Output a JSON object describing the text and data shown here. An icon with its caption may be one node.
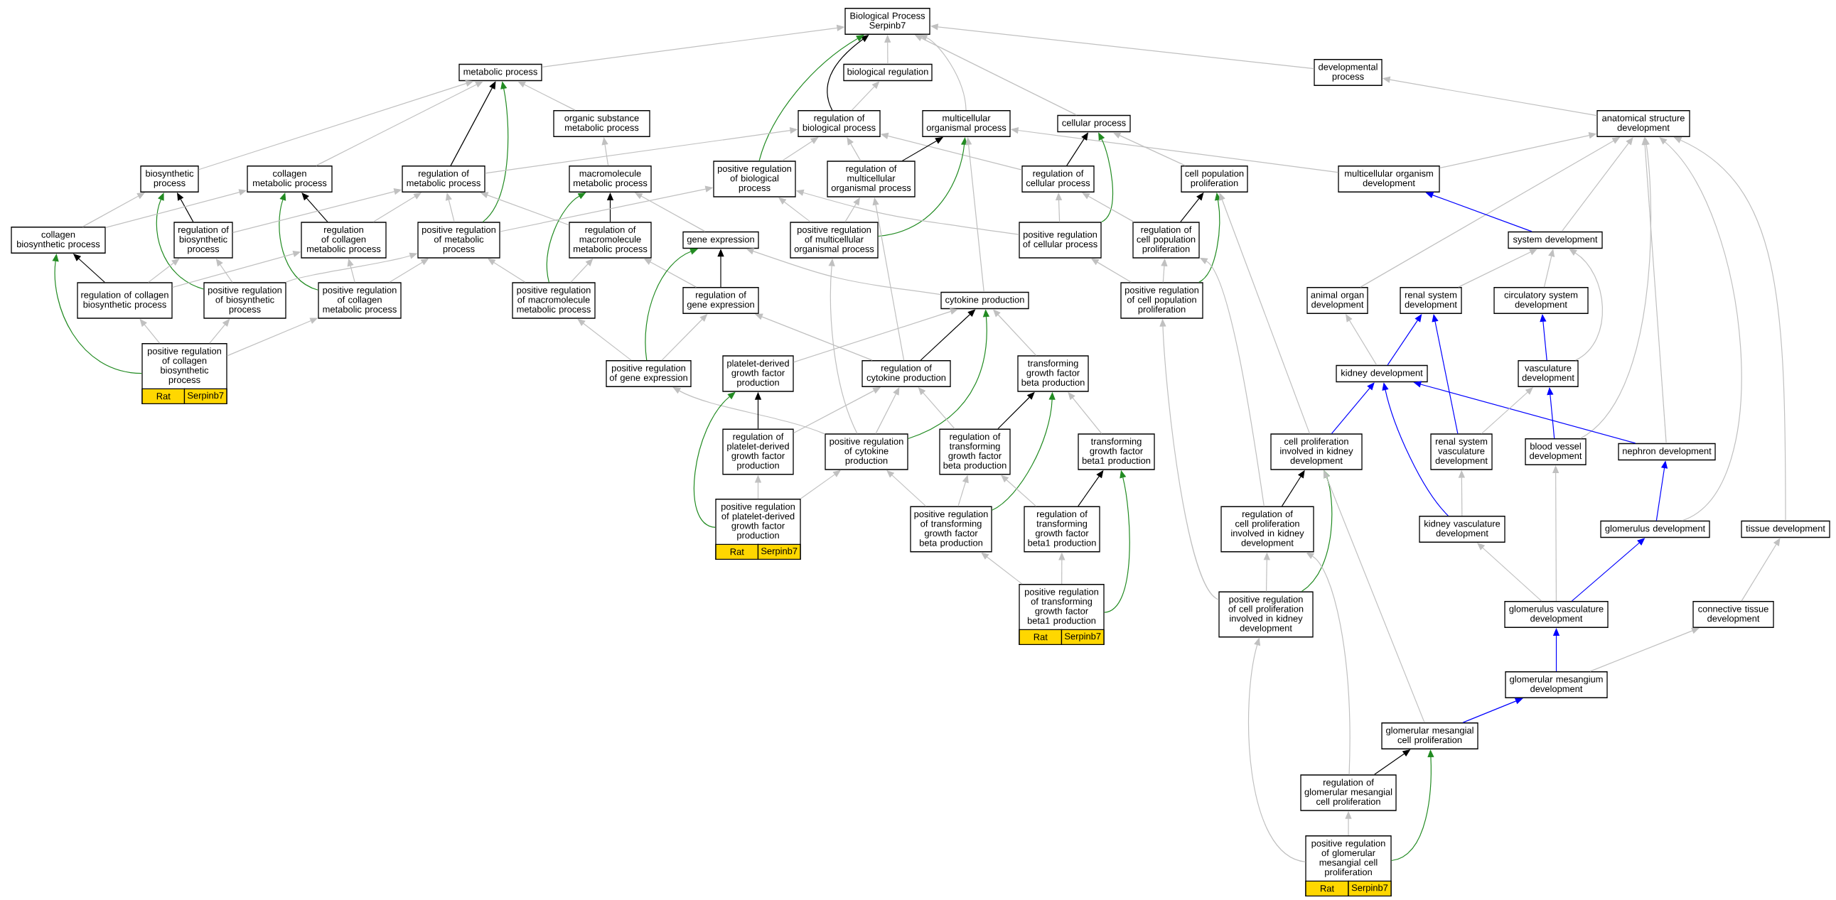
{
  "diagram": {
    "nodes": [
      {
        "text": [
          "Biological Process Serpinb7"
        ]
      },
      {
        "text": [
          "metabolic process"
        ]
      },
      {
        "text": [
          "biological regulation"
        ]
      },
      {
        "text": [
          "developmental process"
        ]
      },
      {
        "text": [
          "organic substance metabolic process"
        ]
      },
      {
        "text": [
          "regulation of biological process"
        ]
      },
      {
        "text": [
          "multicellular organismal process"
        ]
      },
      {
        "text": [
          "cellular process"
        ]
      },
      {
        "text": [
          "anatomical structure development"
        ]
      },
      {
        "text": [
          "biosynthetic process"
        ]
      },
      {
        "text": [
          "collagen metabolic process"
        ]
      },
      {
        "text": [
          "regulation of metabolic process"
        ]
      },
      {
        "text": [
          "macromolecule metabolic process"
        ]
      },
      {
        "text": [
          "positive regulation of biological process"
        ]
      },
      {
        "text": [
          "regulation of multicellular organismal process"
        ]
      },
      {
        "text": [
          "regulation of cellular process"
        ]
      },
      {
        "text": [
          "cell population proliferation"
        ]
      },
      {
        "text": [
          "multicellular organism development"
        ]
      },
      {
        "text": [
          "collagen biosynthetic process"
        ]
      },
      {
        "text": [
          "regulation of biosynthetic process"
        ]
      },
      {
        "text": [
          "regulation of collagen metabolic process"
        ]
      },
      {
        "text": [
          "positive regulation of metabolic process"
        ]
      },
      {
        "text": [
          "regulation of macromolecule metabolic process"
        ]
      },
      {
        "text": [
          "gene expression"
        ]
      },
      {
        "text": [
          "positive regulation of multicellular organismal process"
        ]
      },
      {
        "text": [
          "positive regulation of cellular process"
        ]
      },
      {
        "text": [
          "regulation of cell population proliferation"
        ]
      },
      {
        "text": [
          "system development"
        ]
      },
      {
        "text": [
          "regulation of collagen biosynthetic process"
        ]
      },
      {
        "text": [
          "positive regulation of biosynthetic process"
        ]
      },
      {
        "text": [
          "positive regulation of collagen metabolic process"
        ]
      },
      {
        "text": [
          "positive regulation of macromolecule metabolic process"
        ]
      },
      {
        "text": [
          "regulation of gene expression"
        ]
      },
      {
        "text": [
          "cytokine production"
        ]
      },
      {
        "text": [
          "positive regulation of cell population proliferation"
        ]
      },
      {
        "text": [
          "animal organ development"
        ]
      },
      {
        "text": [
          "renal system development"
        ]
      },
      {
        "text": [
          "circulatory system development"
        ]
      },
      {
        "text": [
          "positive regulation of collagen biosynthetic process",
          "Rat",
          "Serpinb7"
        ]
      },
      {
        "text": [
          "positive regulation of gene expression"
        ]
      },
      {
        "text": [
          "platelet-derived growth factor production"
        ]
      },
      {
        "text": [
          "regulation of cytokine production"
        ]
      },
      {
        "text": [
          "transforming growth factor beta production"
        ]
      },
      {
        "text": [
          "kidney development"
        ]
      },
      {
        "text": [
          "vasculature development"
        ]
      },
      {
        "text": [
          "regulation of platelet-derived growth factor production"
        ]
      },
      {
        "text": [
          "positive regulation of cytokine production"
        ]
      },
      {
        "text": [
          "regulation of transforming growth factor beta production"
        ]
      },
      {
        "text": [
          "transforming growth factor beta1 production"
        ]
      },
      {
        "text": [
          "cell proliferation involved in kidney development"
        ]
      },
      {
        "text": [
          "renal system vasculature development"
        ]
      },
      {
        "text": [
          "blood vessel development"
        ]
      },
      {
        "text": [
          "nephron development"
        ]
      },
      {
        "text": [
          "positive regulation of platelet-derived growth factor production",
          "Rat",
          "Serpinb7"
        ]
      },
      {
        "text": [
          "positive regulation of transforming growth factor beta production"
        ]
      },
      {
        "text": [
          "regulation of transforming growth factor beta1 production"
        ]
      },
      {
        "text": [
          "regulation of cell proliferation involved in kidney development"
        ]
      },
      {
        "text": [
          "kidney vasculature development"
        ]
      },
      {
        "text": [
          "glomerulus development"
        ]
      },
      {
        "text": [
          "tissue development"
        ]
      },
      {
        "text": [
          "positive regulation of transforming growth factor beta1 production",
          "Rat",
          "Serpinb7"
        ]
      },
      {
        "text": [
          "positive regulation of cell proliferation involved in kidney development"
        ]
      },
      {
        "text": [
          "glomerulus vasculature development"
        ]
      },
      {
        "text": [
          "connective tissue development"
        ]
      },
      {
        "text": [
          "glomerular mesangium development"
        ]
      },
      {
        "text": [
          "glomerular mesangial cell proliferation"
        ]
      },
      {
        "text": [
          "regulation of glomerular mesangial cell proliferation"
        ]
      },
      {
        "text": [
          "positive regulation of glomerular mesangial cell proliferation",
          "Rat",
          "Serpinb7"
        ]
      }
    ],
    "edges": [
      {
        "from": 1,
        "to": 0,
        "arrow": "to"
      },
      {
        "from": 2,
        "to": 0,
        "arrow": "to"
      },
      {
        "from": 3,
        "to": 0,
        "arrow": "to"
      },
      {
        "from": 5,
        "to": 0,
        "arrow": "to",
        "color": "#000000"
      },
      {
        "from": 13,
        "to": 0,
        "arrow": "to",
        "color": "#228b22"
      },
      {
        "from": 6,
        "to": 0,
        "arrow": "to"
      },
      {
        "from": 7,
        "to": 0,
        "arrow": "to"
      },
      {
        "from": 4,
        "to": 1,
        "arrow": "to"
      },
      {
        "from": 9,
        "to": 1,
        "arrow": "to"
      },
      {
        "from": 10,
        "to": 1,
        "arrow": "to"
      },
      {
        "from": 11,
        "to": 1,
        "arrow": "to",
        "color": "#000000"
      },
      {
        "from": 21,
        "to": 1,
        "arrow": "to",
        "color": "#228b22"
      },
      {
        "from": 5,
        "to": 2,
        "arrow": "to"
      },
      {
        "from": 8,
        "to": 3,
        "arrow": "to"
      },
      {
        "from": 12,
        "to": 4,
        "arrow": "to"
      },
      {
        "from": 11,
        "to": 5,
        "arrow": "to"
      },
      {
        "from": 13,
        "to": 5,
        "arrow": "to"
      },
      {
        "from": 14,
        "to": 5,
        "arrow": "to"
      },
      {
        "from": 15,
        "to": 5,
        "arrow": "to"
      },
      {
        "from": 14,
        "to": 6,
        "arrow": "to",
        "color": "#000000"
      },
      {
        "from": 24,
        "to": 6,
        "arrow": "to",
        "color": "#228b22"
      },
      {
        "from": 17,
        "to": 6,
        "arrow": "to"
      },
      {
        "from": 33,
        "to": 6,
        "arrow": "to"
      },
      {
        "from": 15,
        "to": 7,
        "arrow": "to",
        "color": "#000000"
      },
      {
        "from": 25,
        "to": 7,
        "arrow": "to",
        "color": "#228b22"
      },
      {
        "from": 16,
        "to": 7,
        "arrow": "to"
      },
      {
        "from": 17,
        "to": 8,
        "arrow": "to"
      },
      {
        "from": 27,
        "to": 8,
        "arrow": "to"
      },
      {
        "from": 35,
        "to": 8,
        "arrow": "to"
      },
      {
        "from": 51,
        "to": 8,
        "arrow": "to"
      },
      {
        "from": 52,
        "to": 8,
        "arrow": "to"
      },
      {
        "from": 58,
        "to": 8,
        "arrow": "to"
      },
      {
        "from": 59,
        "to": 8,
        "arrow": "to"
      },
      {
        "from": 18,
        "to": 9,
        "arrow": "to"
      },
      {
        "from": 19,
        "to": 9,
        "arrow": "to",
        "color": "#000000"
      },
      {
        "from": 29,
        "to": 9,
        "arrow": "to",
        "color": "#228b22"
      },
      {
        "from": 18,
        "to": 10,
        "arrow": "to"
      },
      {
        "from": 20,
        "to": 10,
        "arrow": "to",
        "color": "#000000"
      },
      {
        "from": 30,
        "to": 10,
        "arrow": "to",
        "color": "#228b22"
      },
      {
        "from": 19,
        "to": 11,
        "arrow": "to"
      },
      {
        "from": 20,
        "to": 11,
        "arrow": "to"
      },
      {
        "from": 21,
        "to": 11,
        "arrow": "to"
      },
      {
        "from": 22,
        "to": 11,
        "arrow": "to"
      },
      {
        "from": 22,
        "to": 12,
        "arrow": "to",
        "color": "#000000"
      },
      {
        "from": 23,
        "to": 12,
        "arrow": "to"
      },
      {
        "from": 31,
        "to": 12,
        "arrow": "to",
        "color": "#228b22"
      },
      {
        "from": 21,
        "to": 13,
        "arrow": "to"
      },
      {
        "from": 24,
        "to": 13,
        "arrow": "to"
      },
      {
        "from": 25,
        "to": 13,
        "arrow": "to"
      },
      {
        "from": 24,
        "to": 14,
        "arrow": "to"
      },
      {
        "from": 41,
        "to": 14,
        "arrow": "to"
      },
      {
        "from": 25,
        "to": 15,
        "arrow": "to"
      },
      {
        "from": 26,
        "to": 15,
        "arrow": "to"
      },
      {
        "from": 26,
        "to": 16,
        "arrow": "to",
        "color": "#000000"
      },
      {
        "from": 34,
        "to": 16,
        "arrow": "to",
        "color": "#228b22"
      },
      {
        "from": 49,
        "to": 16,
        "arrow": "to"
      },
      {
        "from": 27,
        "to": 17,
        "arrow": "to",
        "color": "#0000ff"
      },
      {
        "from": 28,
        "to": 18,
        "arrow": "to",
        "color": "#000000"
      },
      {
        "from": 38,
        "to": 18,
        "arrow": "to",
        "color": "#228b22"
      },
      {
        "from": 28,
        "to": 19,
        "arrow": "to"
      },
      {
        "from": 29,
        "to": 19,
        "arrow": "to"
      },
      {
        "from": 28,
        "to": 20,
        "arrow": "to"
      },
      {
        "from": 30,
        "to": 20,
        "arrow": "to"
      },
      {
        "from": 29,
        "to": 21,
        "arrow": "to"
      },
      {
        "from": 30,
        "to": 21,
        "arrow": "to"
      },
      {
        "from": 31,
        "to": 21,
        "arrow": "to"
      },
      {
        "from": 31,
        "to": 22,
        "arrow": "to"
      },
      {
        "from": 32,
        "to": 22,
        "arrow": "to"
      },
      {
        "from": 32,
        "to": 23,
        "arrow": "to",
        "color": "#000000"
      },
      {
        "from": 39,
        "to": 23,
        "arrow": "to",
        "color": "#228b22"
      },
      {
        "from": 33,
        "to": 23,
        "arrow": "to"
      },
      {
        "from": 46,
        "to": 24,
        "arrow": "to"
      },
      {
        "from": 34,
        "to": 25,
        "arrow": "to"
      },
      {
        "from": 34,
        "to": 26,
        "arrow": "to"
      },
      {
        "from": 56,
        "to": 26,
        "arrow": "to"
      },
      {
        "from": 36,
        "to": 27,
        "arrow": "to"
      },
      {
        "from": 37,
        "to": 27,
        "arrow": "to"
      },
      {
        "from": 44,
        "to": 27,
        "arrow": "to"
      },
      {
        "from": 38,
        "to": 28,
        "arrow": "to"
      },
      {
        "from": 38,
        "to": 29,
        "arrow": "to"
      },
      {
        "from": 38,
        "to": 30,
        "arrow": "to"
      },
      {
        "from": 39,
        "to": 31,
        "arrow": "to"
      },
      {
        "from": 39,
        "to": 32,
        "arrow": "to"
      },
      {
        "from": 41,
        "to": 32,
        "arrow": "to"
      },
      {
        "from": 40,
        "to": 33,
        "arrow": "to"
      },
      {
        "from": 41,
        "to": 33,
        "arrow": "to",
        "color": "#000000"
      },
      {
        "from": 42,
        "to": 33,
        "arrow": "to"
      },
      {
        "from": 46,
        "to": 33,
        "arrow": "to",
        "color": "#228b22"
      },
      {
        "from": 61,
        "to": 34,
        "arrow": "to"
      },
      {
        "from": 43,
        "to": 35,
        "arrow": "to"
      },
      {
        "from": 43,
        "to": 36,
        "arrow": "to",
        "color": "#0000ff"
      },
      {
        "from": 50,
        "to": 36,
        "arrow": "to",
        "color": "#0000ff"
      },
      {
        "from": 44,
        "to": 37,
        "arrow": "to",
        "color": "#0000ff"
      },
      {
        "from": 46,
        "to": 39,
        "arrow": "to"
      },
      {
        "from": 45,
        "to": 40,
        "arrow": "to",
        "color": "#000000"
      },
      {
        "from": 53,
        "to": 40,
        "arrow": "to",
        "color": "#228b22"
      },
      {
        "from": 45,
        "to": 41,
        "arrow": "to"
      },
      {
        "from": 46,
        "to": 41,
        "arrow": "to"
      },
      {
        "from": 47,
        "to": 41,
        "arrow": "to"
      },
      {
        "from": 47,
        "to": 42,
        "arrow": "to",
        "color": "#000000"
      },
      {
        "from": 48,
        "to": 42,
        "arrow": "to"
      },
      {
        "from": 54,
        "to": 42,
        "arrow": "to",
        "color": "#228b22"
      },
      {
        "from": 49,
        "to": 43,
        "arrow": "to",
        "color": "#0000ff"
      },
      {
        "from": 52,
        "to": 43,
        "arrow": "to",
        "color": "#0000ff"
      },
      {
        "from": 57,
        "to": 43,
        "arrow": "to",
        "color": "#0000ff"
      },
      {
        "from": 50,
        "to": 44,
        "arrow": "to"
      },
      {
        "from": 51,
        "to": 44,
        "arrow": "to",
        "color": "#0000ff"
      },
      {
        "from": 53,
        "to": 45,
        "arrow": "to"
      },
      {
        "from": 53,
        "to": 46,
        "arrow": "to"
      },
      {
        "from": 54,
        "to": 46,
        "arrow": "to"
      },
      {
        "from": 54,
        "to": 47,
        "arrow": "to"
      },
      {
        "from": 55,
        "to": 47,
        "arrow": "to"
      },
      {
        "from": 55,
        "to": 48,
        "arrow": "to",
        "color": "#000000"
      },
      {
        "from": 60,
        "to": 48,
        "arrow": "to",
        "color": "#228b22"
      },
      {
        "from": 56,
        "to": 49,
        "arrow": "to",
        "color": "#000000"
      },
      {
        "from": 61,
        "to": 49,
        "arrow": "to",
        "color": "#228b22"
      },
      {
        "from": 65,
        "to": 49,
        "arrow": "to"
      },
      {
        "from": 57,
        "to": 50,
        "arrow": "to"
      },
      {
        "from": 62,
        "to": 51,
        "arrow": "to"
      },
      {
        "from": 58,
        "to": 52,
        "arrow": "to",
        "color": "#0000ff"
      },
      {
        "from": 60,
        "to": 54,
        "arrow": "to"
      },
      {
        "from": 60,
        "to": 55,
        "arrow": "to"
      },
      {
        "from": 61,
        "to": 56,
        "arrow": "to"
      },
      {
        "from": 66,
        "to": 56,
        "arrow": "to"
      },
      {
        "from": 62,
        "to": 57,
        "arrow": "to"
      },
      {
        "from": 62,
        "to": 58,
        "arrow": "to",
        "color": "#0000ff"
      },
      {
        "from": 63,
        "to": 59,
        "arrow": "to"
      },
      {
        "from": 64,
        "to": 62,
        "arrow": "to",
        "color": "#0000ff"
      },
      {
        "from": 64,
        "to": 63,
        "arrow": "to"
      },
      {
        "from": 65,
        "to": 64,
        "arrow": "to",
        "color": "#0000ff"
      },
      {
        "from": 66,
        "to": 65,
        "arrow": "to",
        "color": "#000000"
      },
      {
        "from": 67,
        "to": 65,
        "arrow": "to",
        "color": "#228b22"
      },
      {
        "from": 67,
        "to": 61,
        "arrow": "to"
      },
      {
        "from": 67,
        "to": 66,
        "arrow": "to"
      }
    ]
  }
}
